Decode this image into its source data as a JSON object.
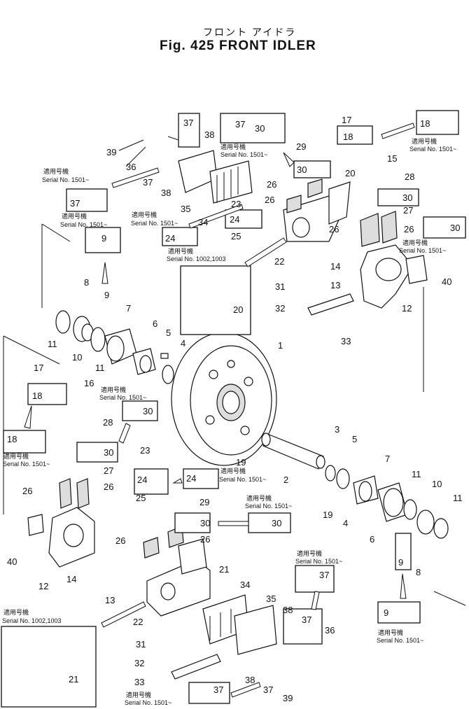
{
  "header": {
    "title_jp": "フロント アイドラ",
    "title_en": "Fig. 425 FRONT IDLER"
  },
  "notes": {
    "tekiyo": "適用号機",
    "serial_1501": "Serial No. 1501~",
    "serial_1002": "Serial No. 1002,1003"
  },
  "callouts": {
    "c1": "1",
    "c2": "2",
    "c3": "3",
    "c4": "4",
    "c5": "5",
    "c6": "6",
    "c7": "7",
    "c8": "8",
    "c9": "9",
    "c10": "10",
    "c11": "11",
    "c12": "12",
    "c13": "13",
    "c14": "14",
    "c15": "15",
    "c16": "16",
    "c17": "17",
    "c18": "18",
    "c19": "19",
    "c20": "20",
    "c21": "21",
    "c22": "22",
    "c23": "23",
    "c24": "24",
    "c25": "25",
    "c26": "26",
    "c27": "27",
    "c28": "28",
    "c29": "29",
    "c30": "30",
    "c31": "31",
    "c32": "32",
    "c33": "33",
    "c34": "34",
    "c35": "35",
    "c36": "36",
    "c37": "37",
    "c38": "38",
    "c39": "39",
    "c40": "40"
  }
}
